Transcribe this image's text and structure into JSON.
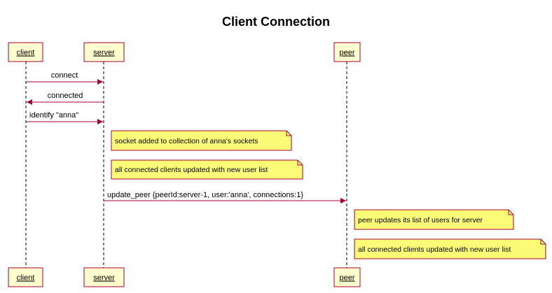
{
  "diagram": {
    "title": "Client Connection",
    "participants": [
      {
        "id": "client",
        "label": "client"
      },
      {
        "id": "server",
        "label": "server"
      },
      {
        "id": "peer",
        "label": "peer"
      }
    ],
    "messages": [
      {
        "from": "client",
        "to": "server",
        "label": "connect"
      },
      {
        "from": "server",
        "to": "client",
        "label": "connected"
      },
      {
        "from": "client",
        "to": "server",
        "label": "identify \"anna\""
      },
      {
        "from": "server",
        "to": "peer",
        "label": "update_peer {peerId:server-1, user:'anna', connections:1}"
      }
    ],
    "notes": [
      {
        "on": "server",
        "text": "socket added to collection of anna's sockets"
      },
      {
        "on": "server",
        "text": "all connected clients updated with new user list"
      },
      {
        "on": "peer",
        "text": "peer updates its list of users for server"
      },
      {
        "on": "peer",
        "text": "all connected clients updated with new user list"
      }
    ],
    "colors": {
      "participant_fill": "#FEFECE",
      "participant_border": "#A80036",
      "arrow": "#A80036",
      "note_fill": "#FBFB77",
      "note_border": "#A80036",
      "lifeline": "#000000"
    }
  }
}
